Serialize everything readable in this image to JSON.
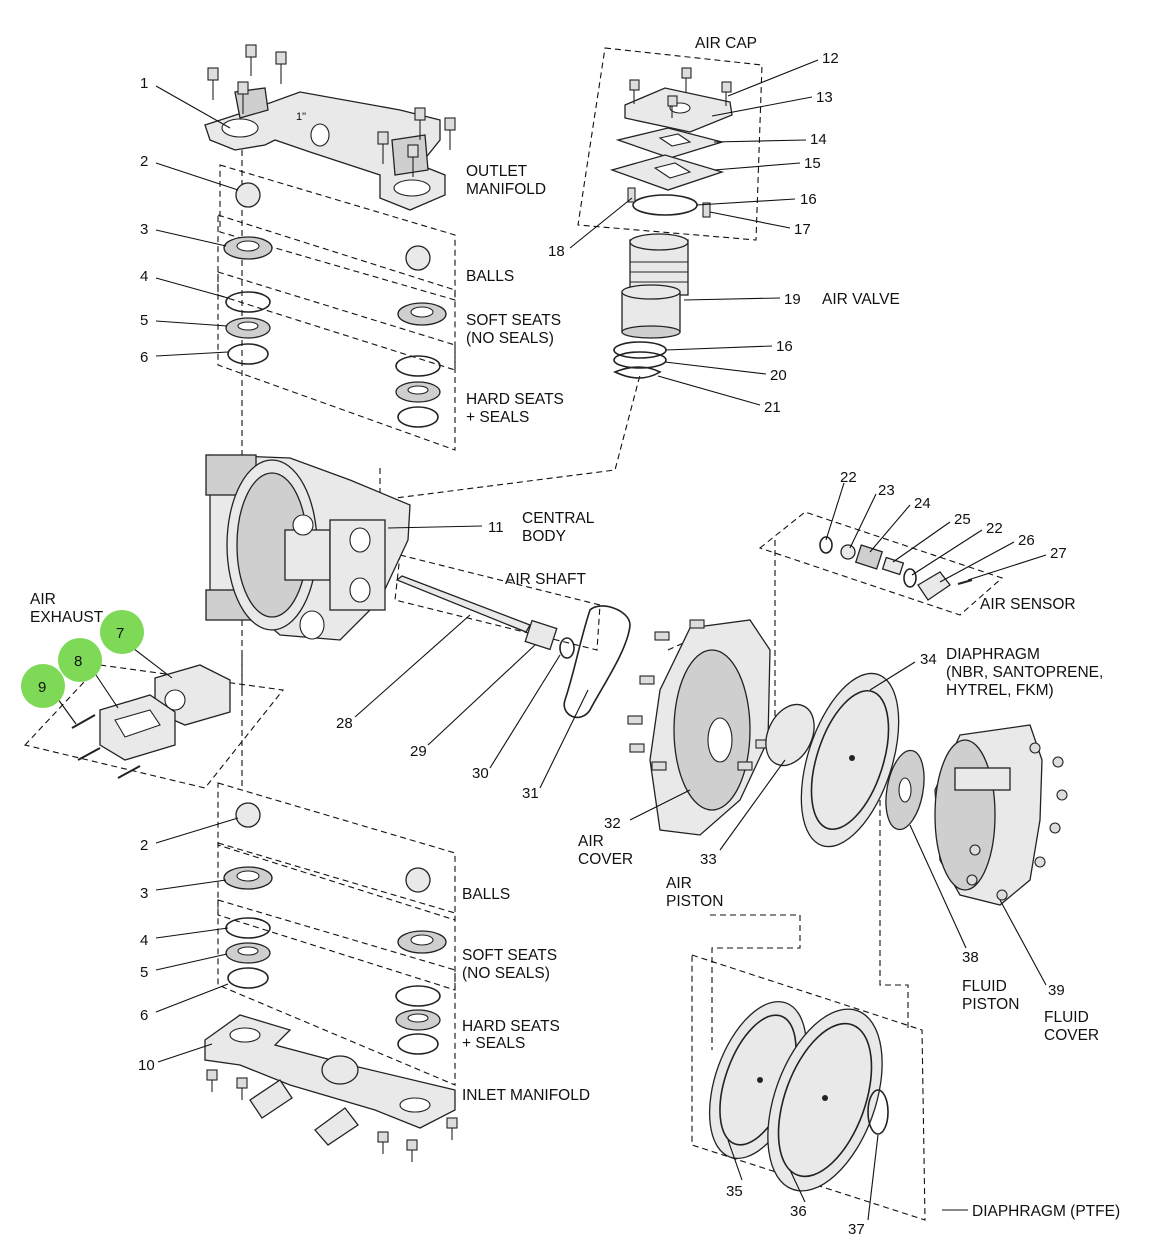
{
  "groups": {
    "outlet_manifold": [
      "OUTLET",
      "MANIFOLD"
    ],
    "balls_top": "BALLS",
    "soft_seats_top": [
      "SOFT SEATS",
      "(NO SEALS)"
    ],
    "hard_seats_top": [
      "HARD SEATS",
      "+ SEALS"
    ],
    "air_cap": "AIR CAP",
    "air_valve": "AIR VALVE",
    "central_body": [
      "CENTRAL",
      "BODY"
    ],
    "air_shaft": "AIR SHAFT",
    "air_exhaust": [
      "AIR",
      "EXHAUST"
    ],
    "air_sensor": "AIR SENSOR",
    "diaphragm_rubber": [
      "DIAPHRAGM",
      "(NBR, SANTOPRENE,",
      "HYTREL, FKM)"
    ],
    "air_cover": [
      "AIR",
      "COVER"
    ],
    "air_piston": [
      "AIR",
      "PISTON"
    ],
    "fluid_piston": [
      "FLUID",
      "PISTON"
    ],
    "fluid_cover": [
      "FLUID",
      "COVER"
    ],
    "balls_bottom": "BALLS",
    "soft_seats_bottom": [
      "SOFT SEATS",
      "(NO SEALS)"
    ],
    "hard_seats_bottom": [
      "HARD SEATS",
      "+ SEALS"
    ],
    "inlet_manifold": "INLET MANIFOLD",
    "diaphragm_ptfe": "DIAPHRAGM (PTFE)"
  },
  "part_numbers": {
    "n1": "1",
    "n2a": "2",
    "n3a": "3",
    "n4a": "4",
    "n5a": "5",
    "n6a": "6",
    "n7": "7",
    "n8": "8",
    "n9": "9",
    "n10": "10",
    "n11": "11",
    "n12": "12",
    "n13": "13",
    "n14": "14",
    "n15": "15",
    "n16a": "16",
    "n17": "17",
    "n18": "18",
    "n19": "19",
    "n16b": "16",
    "n20": "20",
    "n21": "21",
    "n22a": "22",
    "n23": "23",
    "n24": "24",
    "n25": "25",
    "n22b": "22",
    "n26": "26",
    "n27": "27",
    "n28": "28",
    "n29": "29",
    "n30": "30",
    "n31": "31",
    "n32": "32",
    "n33": "33",
    "n34": "34",
    "n35": "35",
    "n36": "36",
    "n37": "37",
    "n38": "38",
    "n39": "39",
    "n2b": "2",
    "n3b": "3",
    "n4b": "4",
    "n5b": "5",
    "n6b": "6"
  },
  "colors": {
    "highlight": "#7ed957",
    "line": "#111111",
    "part_fill": "#e9e9e9"
  }
}
